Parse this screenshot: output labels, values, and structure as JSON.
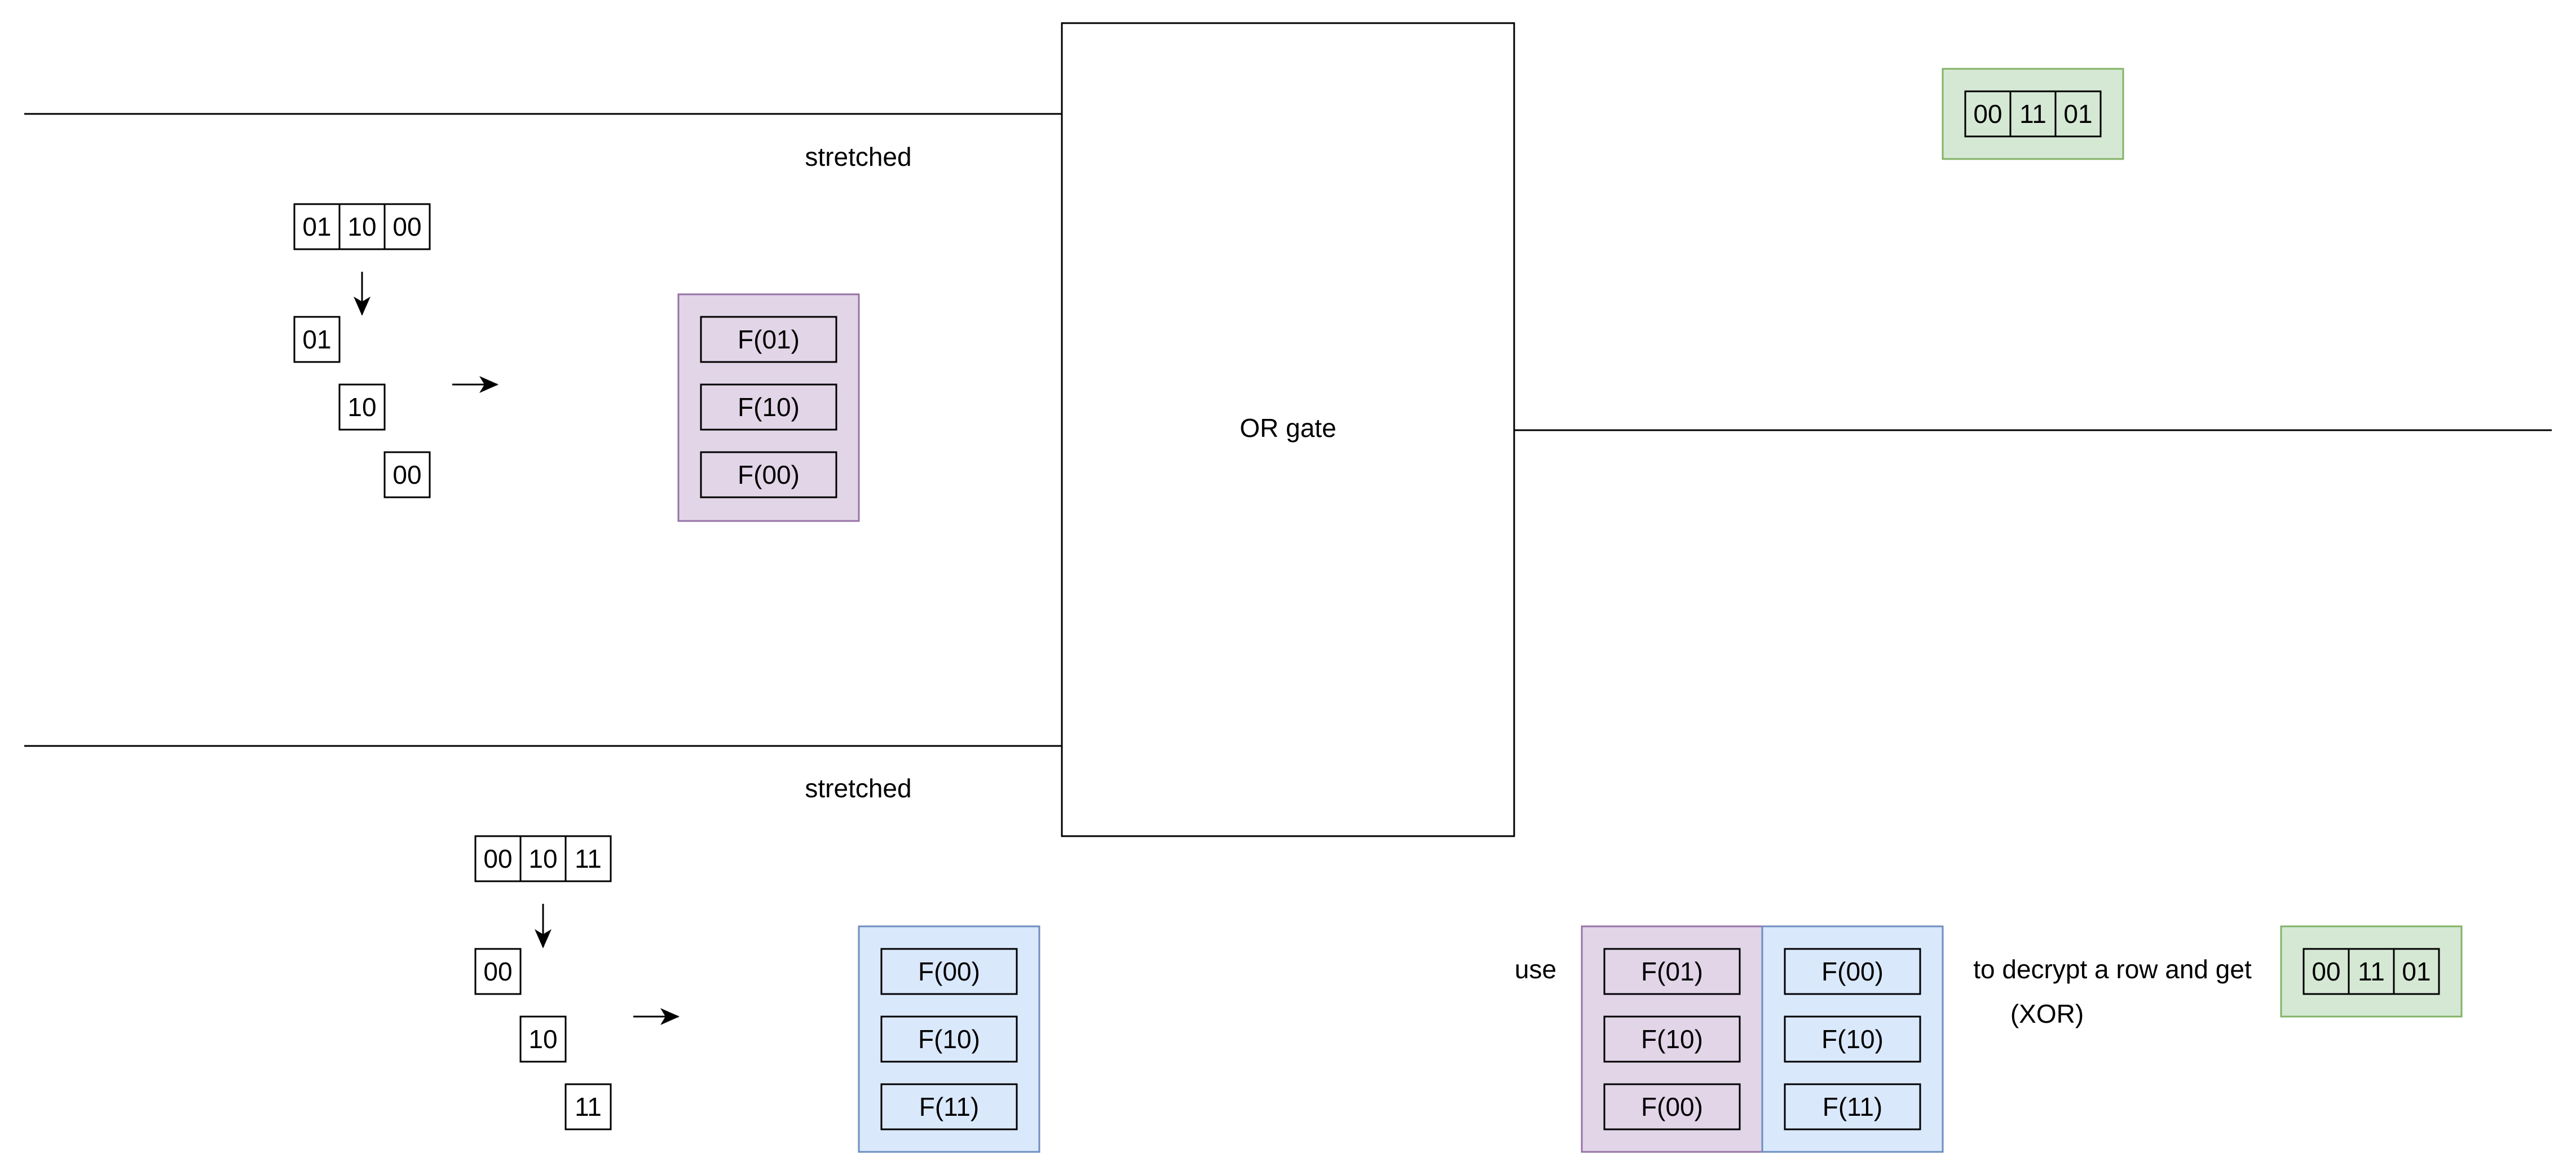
{
  "input_a": {
    "label": "stretched",
    "bits": [
      "01",
      "10",
      "00"
    ],
    "garbled": [
      "F(01)",
      "F(10)",
      "F(00)"
    ]
  },
  "input_b": {
    "label": "stretched",
    "bits": [
      "00",
      "10",
      "11"
    ],
    "garbled": [
      "F(00)",
      "F(10)",
      "F(11)"
    ]
  },
  "gate": {
    "label": "OR gate"
  },
  "output": {
    "bits": [
      "00",
      "11",
      "01"
    ]
  },
  "decrypt": {
    "use_label": "use",
    "left_column": [
      "F(01)",
      "F(10)",
      "F(00)"
    ],
    "right_column": [
      "F(00)",
      "F(10)",
      "F(11)"
    ],
    "text_line1": "to decrypt a row and get",
    "text_line2": "(XOR)",
    "result_bits": [
      "00",
      "11",
      "01"
    ]
  },
  "colors": {
    "stroke": "#000000",
    "purple_fill": "#e1d5e7",
    "purple_stroke": "#9673a6",
    "blue_fill": "#dae8fc",
    "blue_stroke": "#6c8ebf",
    "green_fill": "#d5e8d4",
    "green_stroke": "#82b366"
  }
}
